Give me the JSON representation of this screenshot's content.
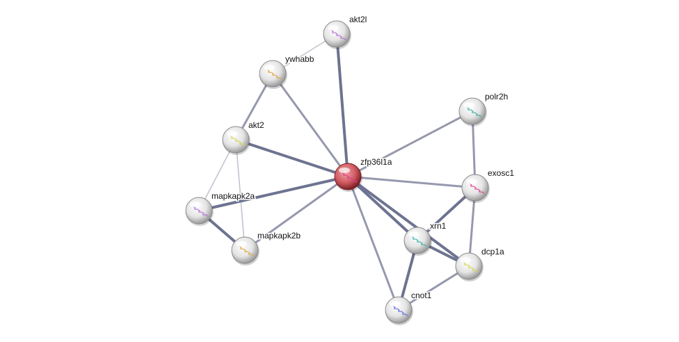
{
  "network": {
    "nodes": [
      {
        "id": "akt2l",
        "label": "akt2l",
        "query": false
      },
      {
        "id": "ywhabb",
        "label": "ywhabb",
        "query": false
      },
      {
        "id": "polr2h",
        "label": "polr2h",
        "query": false
      },
      {
        "id": "akt2",
        "label": "akt2",
        "query": false
      },
      {
        "id": "zfp36l1a",
        "label": "zfp36l1a",
        "query": true
      },
      {
        "id": "exosc1",
        "label": "exosc1",
        "query": false
      },
      {
        "id": "mapkapk2a",
        "label": "mapkapk2a",
        "query": false
      },
      {
        "id": "mapkapk2b",
        "label": "mapkapk2b",
        "query": false
      },
      {
        "id": "xrn1",
        "label": "xrn1",
        "query": false
      },
      {
        "id": "dcp1a",
        "label": "dcp1a",
        "query": false
      },
      {
        "id": "cnot1",
        "label": "cnot1",
        "query": false
      }
    ],
    "edges": [
      {
        "source": "zfp36l1a",
        "target": "akt2l",
        "strength": 3
      },
      {
        "source": "zfp36l1a",
        "target": "ywhabb",
        "strength": 2
      },
      {
        "source": "akt2l",
        "target": "ywhabb",
        "strength": 1
      },
      {
        "source": "ywhabb",
        "target": "akt2",
        "strength": 2
      },
      {
        "source": "zfp36l1a",
        "target": "akt2",
        "strength": 3
      },
      {
        "source": "akt2",
        "target": "mapkapk2a",
        "strength": 1
      },
      {
        "source": "akt2",
        "target": "mapkapk2b",
        "strength": 1
      },
      {
        "source": "zfp36l1a",
        "target": "mapkapk2a",
        "strength": 3
      },
      {
        "source": "mapkapk2a",
        "target": "mapkapk2b",
        "strength": 3
      },
      {
        "source": "zfp36l1a",
        "target": "mapkapk2b",
        "strength": 2
      },
      {
        "source": "zfp36l1a",
        "target": "polr2h",
        "strength": 2
      },
      {
        "source": "polr2h",
        "target": "exosc1",
        "strength": 2
      },
      {
        "source": "zfp36l1a",
        "target": "exosc1",
        "strength": 2
      },
      {
        "source": "zfp36l1a",
        "target": "xrn1",
        "strength": 3
      },
      {
        "source": "zfp36l1a",
        "target": "dcp1a",
        "strength": 3
      },
      {
        "source": "zfp36l1a",
        "target": "cnot1",
        "strength": 2
      },
      {
        "source": "exosc1",
        "target": "xrn1",
        "strength": 3
      },
      {
        "source": "exosc1",
        "target": "dcp1a",
        "strength": 2
      },
      {
        "source": "xrn1",
        "target": "dcp1a",
        "strength": 3
      },
      {
        "source": "xrn1",
        "target": "cnot1",
        "strength": 3
      },
      {
        "source": "cnot1",
        "target": "dcp1a",
        "strength": 2
      }
    ],
    "colors": {
      "node": "#e6e6e6",
      "query_node": "#c8474f",
      "edge_strong": "#6d7390",
      "edge_medium": "#9598ad",
      "edge_weak": "#c2c4d0",
      "structure_colors": [
        "#b36bd6",
        "#d9a441",
        "#38b0a0",
        "#d4d44a",
        "#5b6bd9",
        "#e0398a"
      ]
    }
  }
}
